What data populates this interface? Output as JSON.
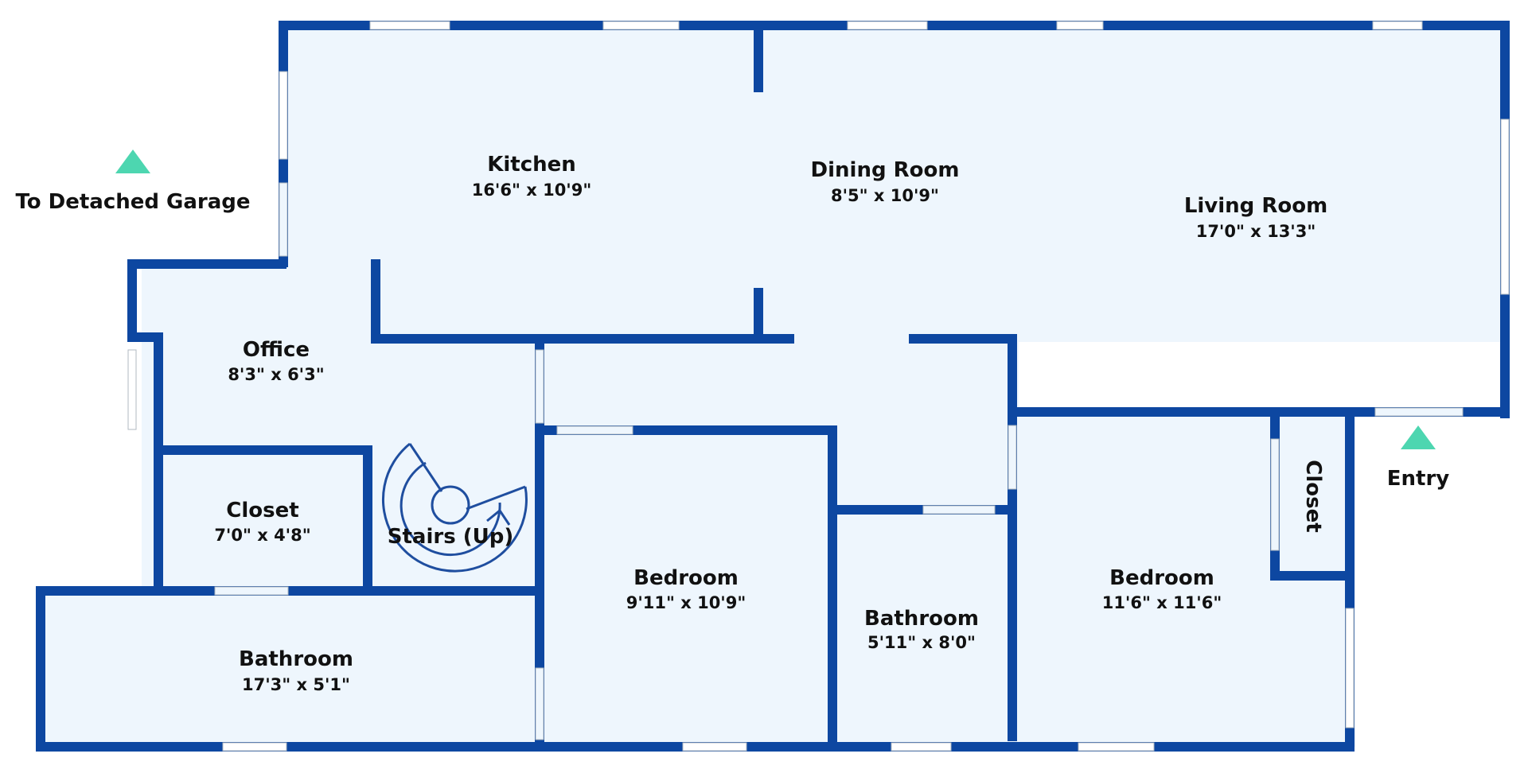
{
  "colors": {
    "wall": "#0d47a1",
    "floor": "#eef6fd",
    "window_fill": "#ffffff",
    "window_line": "#b0b8c0",
    "marker": "#4dd6b0",
    "text": "#111111"
  },
  "rooms": [
    {
      "name": "Kitchen",
      "dimensions": "16'6\" x 10'9\""
    },
    {
      "name": "Dining Room",
      "dimensions": "8'5\" x 10'9\""
    },
    {
      "name": "Living Room",
      "dimensions": "17'0\" x 13'3\""
    },
    {
      "name": "Office",
      "dimensions": "8'3\" x 6'3\""
    },
    {
      "name": "Closet",
      "dimensions": "7'0\" x 4'8\""
    },
    {
      "name": "Stairs (Up)",
      "dimensions": ""
    },
    {
      "name": "Bedroom",
      "dimensions": "9'11\" x 10'9\""
    },
    {
      "name": "Bathroom",
      "dimensions": "5'11\" x 8'0\""
    },
    {
      "name": "Bedroom",
      "dimensions": "11'6\" x 11'6\""
    },
    {
      "name": "Closet",
      "dimensions": ""
    },
    {
      "name": "Bathroom",
      "dimensions": "17'3\" x 5'1\""
    }
  ],
  "markers": [
    {
      "label": "To Detached Garage",
      "icon": "triangle-up-icon"
    },
    {
      "label": "Entry",
      "icon": "triangle-up-icon"
    }
  ]
}
